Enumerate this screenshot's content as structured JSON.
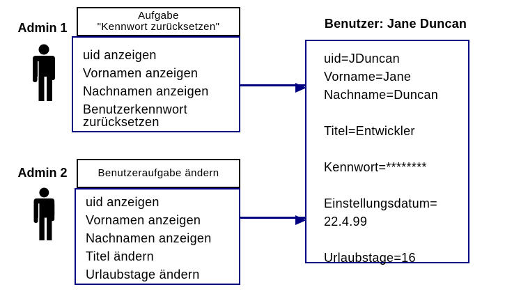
{
  "colors": {
    "accent": "#000080",
    "box_border": "#000000",
    "text": "#000000",
    "background": "#ffffff"
  },
  "admins": [
    {
      "label": "Admin 1"
    },
    {
      "label": "Admin 2"
    }
  ],
  "task_boxes": [
    {
      "title_lines": [
        "Aufgabe",
        "\"Kennwort zurücksetzen\""
      ],
      "items": [
        "uid anzeigen",
        "Vornamen anzeigen",
        "Nachnamen anzeigen",
        "Benutzerkennwort zurücksetzen"
      ]
    },
    {
      "title_lines": [
        "Benutzeraufgabe ändern"
      ],
      "items": [
        "uid anzeigen",
        "Vornamen anzeigen",
        "Nachnamen anzeigen",
        "Titel ändern",
        "Urlaubstage ändern"
      ]
    }
  ],
  "user": {
    "title": "Benutzer: Jane Duncan",
    "lines": [
      "uid=JDuncan",
      "Vorname=Jane",
      "Nachname=Duncan",
      "",
      "Titel=Entwickler",
      "",
      "Kennwort=********",
      "",
      "Einstellungsdatum=",
      "22.4.99",
      "",
      "Urlaubstage=16"
    ]
  }
}
